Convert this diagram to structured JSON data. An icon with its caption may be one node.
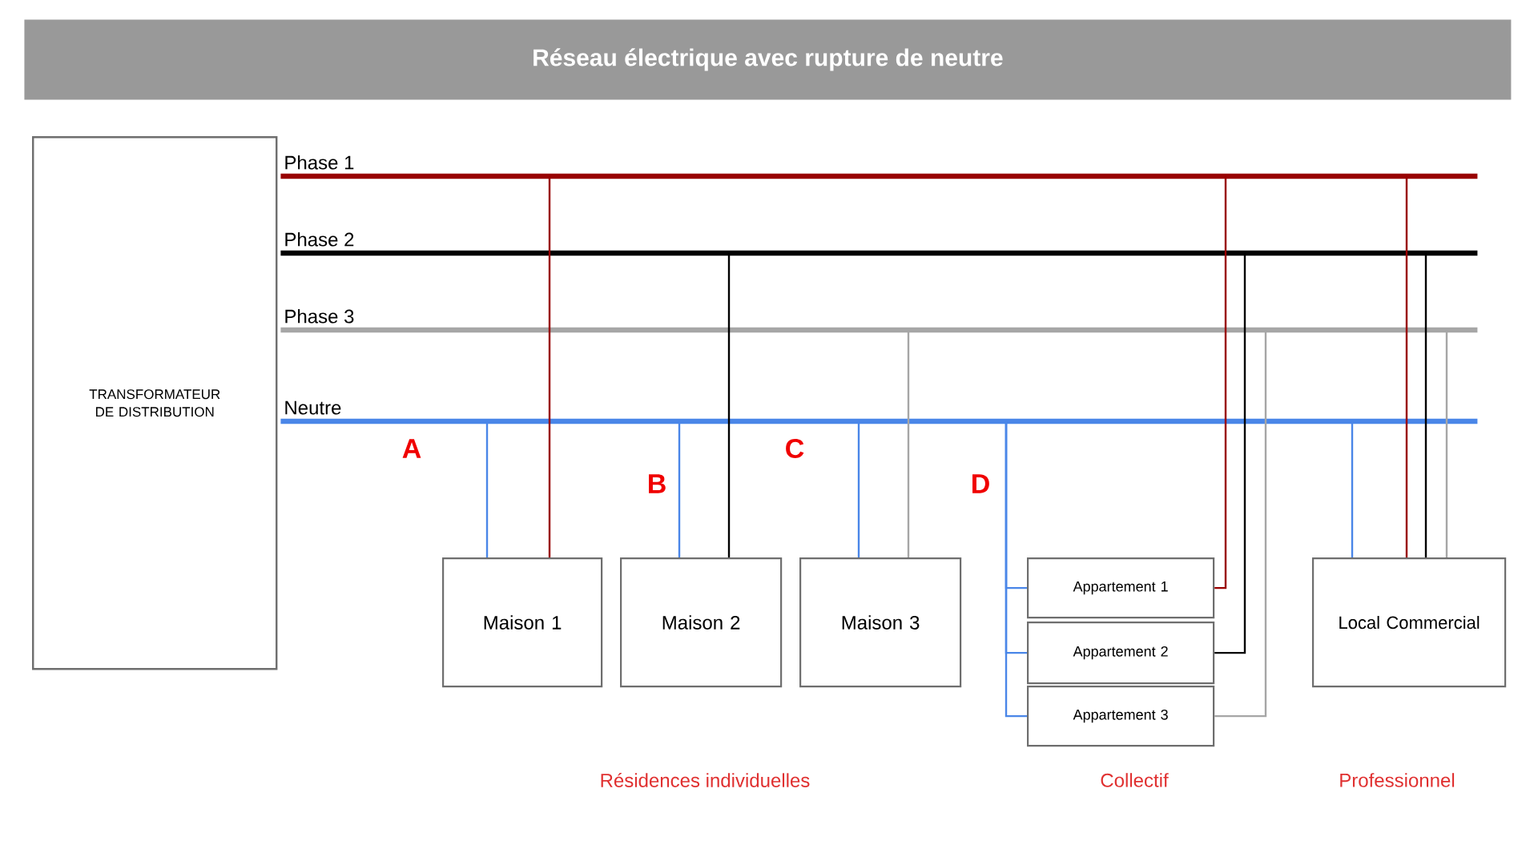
{
  "diagram": {
    "title": "Réseau électrique avec rupture de neutre",
    "nodes": [
      {
        "text": [
          "TRANSFORMATEUR DE DISTRIBUTION"
        ]
      },
      {
        "text": [
          "Phase 1"
        ]
      },
      {
        "text": [
          "Phase 2"
        ]
      },
      {
        "text": [
          "Phase 3"
        ]
      },
      {
        "text": [
          "Neutre"
        ]
      },
      {
        "text": [
          "Maison 1"
        ]
      },
      {
        "text": [
          "Maison 2"
        ]
      },
      {
        "text": [
          "Maison 3"
        ]
      },
      {
        "text": [
          "Appartement 1"
        ]
      },
      {
        "text": [
          "Appartement 2"
        ]
      },
      {
        "text": [
          "Appartement 3"
        ]
      },
      {
        "text": [
          "Local Commercial"
        ]
      }
    ],
    "edges": [
      {
        "from": 4,
        "to": 5,
        "arrow": "none",
        "color": "#4a86e8"
      },
      {
        "from": 1,
        "to": 5,
        "arrow": "none",
        "color": "#990000"
      },
      {
        "from": 4,
        "to": 6,
        "arrow": "none",
        "color": "#4a86e8"
      },
      {
        "from": 2,
        "to": 6,
        "arrow": "none",
        "color": "#000000"
      },
      {
        "from": 4,
        "to": 7,
        "arrow": "none",
        "color": "#4a86e8"
      },
      {
        "from": 3,
        "to": 7,
        "arrow": "none",
        "color": "#a6a6a6"
      },
      {
        "from": 4,
        "to": 8,
        "arrow": "none",
        "color": "#4a86e8"
      },
      {
        "from": 4,
        "to": 9,
        "arrow": "none",
        "color": "#4a86e8"
      },
      {
        "from": 4,
        "to": 10,
        "arrow": "none",
        "color": "#4a86e8"
      },
      {
        "from": 1,
        "to": 8,
        "arrow": "none",
        "color": "#990000"
      },
      {
        "from": 2,
        "to": 9,
        "arrow": "none",
        "color": "#000000"
      },
      {
        "from": 3,
        "to": 10,
        "arrow": "none",
        "color": "#a6a6a6"
      },
      {
        "from": 4,
        "to": 11,
        "arrow": "none",
        "color": "#4a86e8"
      },
      {
        "from": 1,
        "to": 11,
        "arrow": "none",
        "color": "#990000"
      },
      {
        "from": 2,
        "to": 11,
        "arrow": "none",
        "color": "#000000"
      },
      {
        "from": 3,
        "to": 11,
        "arrow": "none",
        "color": "#a6a6a6"
      }
    ],
    "labels": [
      "A",
      "C",
      "B",
      "D",
      "Résidences individuelles",
      "Collectif",
      "Professionnel"
    ]
  }
}
